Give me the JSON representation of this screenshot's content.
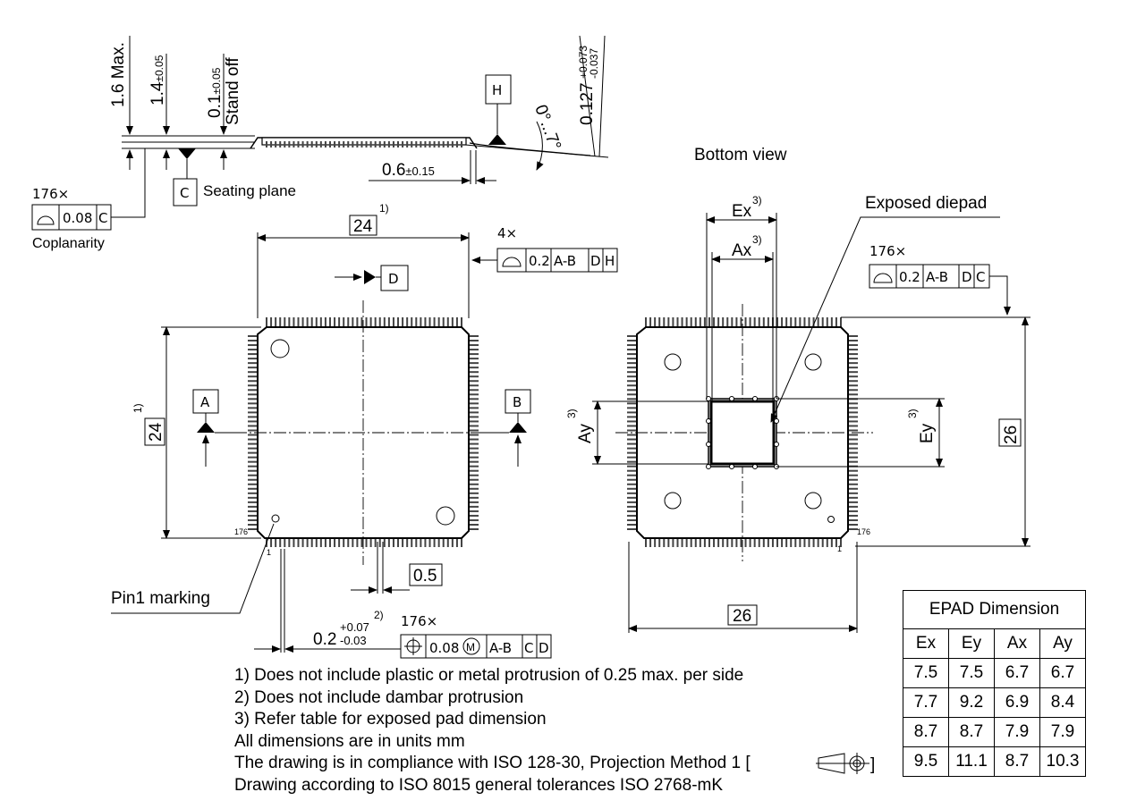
{
  "side_view": {
    "height_max": "1.6 Max.",
    "height_body": "1.4",
    "height_body_tol": "±0.05",
    "standoff": "0.1",
    "standoff_tol": "±0.05",
    "standoff_label": "Stand off",
    "datum_h": "H",
    "angle": "0°...7°",
    "lead_thickness": "0.127",
    "lead_thickness_tol_plus": "+0.073",
    "lead_thickness_tol_minus": "-0.037",
    "foot_length": "0.6",
    "foot_length_tol": "±0.15",
    "datum_c": "C",
    "seating_plane": "Seating plane",
    "coplanarity_count": "176×",
    "coplanarity_value": "0.08",
    "coplanarity_ref": "C",
    "coplanarity_label": "Coplanarity"
  },
  "top_view": {
    "width": "24",
    "width_note": "1)",
    "height": "24",
    "height_note": "1)",
    "flatness_count": "4×",
    "flatness_value": "0.2",
    "flatness_ref1": "A-B",
    "flatness_ref2": "D",
    "flatness_ref3": "H",
    "datum_d": "D",
    "datum_a": "A",
    "datum_b": "B",
    "pin_count_label": "176",
    "pin_one_label": "1",
    "pitch": "0.5",
    "pin1_marking": "Pin1 marking",
    "lead_width": "0.2",
    "lead_width_tol_plus": "+0.07",
    "lead_width_tol_minus": "-0.03",
    "lead_width_note": "2)",
    "position_count": "176×",
    "position_value": "0.08",
    "position_modifier": "M",
    "position_ref1": "A-B",
    "position_ref2": "C",
    "position_ref3": "D"
  },
  "bottom_view": {
    "title": "Bottom view",
    "ex_label": "Ex",
    "ax_label": "Ax",
    "ay_label": "Ay",
    "ey_label": "Ey",
    "pad_note": "3)",
    "exposed_diepad": "Exposed diepad",
    "profile_count": "176×",
    "profile_value": "0.2",
    "profile_ref1": "A-B",
    "profile_ref2": "D",
    "profile_ref3": "C",
    "overall_width": "26",
    "overall_height": "26",
    "pin_count_label": "176",
    "pin_one_label": "1"
  },
  "notes": [
    "1) Does not include plastic or metal protrusion of 0.25 max. per side",
    "2) Does not include dambar protrusion",
    "3) Refer table for exposed pad dimension",
    "All dimensions are in units mm",
    "The drawing is in compliance with ISO 128-30, Projection Method 1 [",
    "Drawing according to ISO 8015 general tolerances ISO 2768-mK"
  ],
  "notes_bracket_close": "]",
  "epad_table": {
    "caption": "EPAD Dimension",
    "headers": [
      "Ex",
      "Ey",
      "Ax",
      "Ay"
    ],
    "rows": [
      [
        "7.5",
        "7.5",
        "6.7",
        "6.7"
      ],
      [
        "7.7",
        "9.2",
        "6.9",
        "8.4"
      ],
      [
        "8.7",
        "8.7",
        "7.9",
        "7.9"
      ],
      [
        "9.5",
        "11.1",
        "8.7",
        "10.3"
      ]
    ]
  }
}
